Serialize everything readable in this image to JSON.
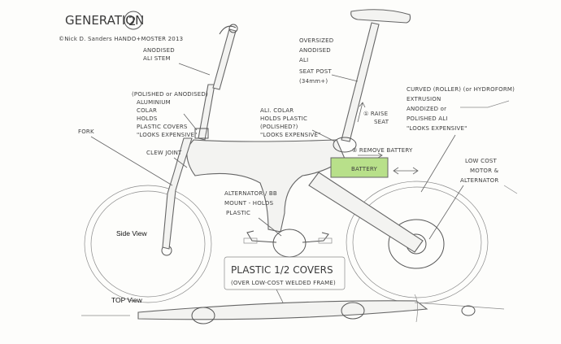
{
  "sketch": {
    "title": "GENERATION",
    "generation_number": "2",
    "credit": "©Nick D. Sanders    HANDO+MOSTER 2013",
    "view_labels": {
      "side": "Side View",
      "top": "TOP View"
    },
    "callouts": {
      "stem": [
        "ANODISED",
        "ALI STEM"
      ],
      "collar": [
        "(POLISHED or ANODISED)",
        "ALUMINIUM",
        "COLAR",
        "HOLDS",
        "PLASTIC COVERS",
        "\"LOOKS EXPENSIVE\""
      ],
      "fork": "FORK",
      "clew_joint": "CLEW JOINT",
      "seat_post": [
        "OVERSIZED",
        "ANODISED",
        "ALI",
        "SEAT POST",
        "(34mm+)"
      ],
      "raise_seat": [
        "① RAISE",
        "SEAT"
      ],
      "ali_colar": [
        "ALI. COLAR",
        "HOLDS PLASTIC",
        "(POLISHED?)",
        "\"LOOKS EXPENSIVE\""
      ],
      "remove_battery": "② REMOVE BATTERY",
      "battery": "BATTERY",
      "curved_roller": [
        "CURVED (ROLLER) (or HYDROFORM)",
        "EXTRUSION",
        "ANODIZED or",
        "POLISHED ALI",
        "\"LOOKS EXPENSIVE\""
      ],
      "low_cost_motor": [
        "LOW COST",
        "MOTOR &",
        "ALTERNATOR"
      ],
      "alternator": [
        "ALTERNATOR / BB",
        "MOUNT - HOLDS",
        "PLASTIC"
      ],
      "plastic_covers": "PLASTIC 1/2 COVERS",
      "over_frame": "(OVER LOW-COST WELDED FRAME)"
    },
    "colors": {
      "battery_fill": "#b8e08a",
      "pencil": "#555555"
    }
  }
}
